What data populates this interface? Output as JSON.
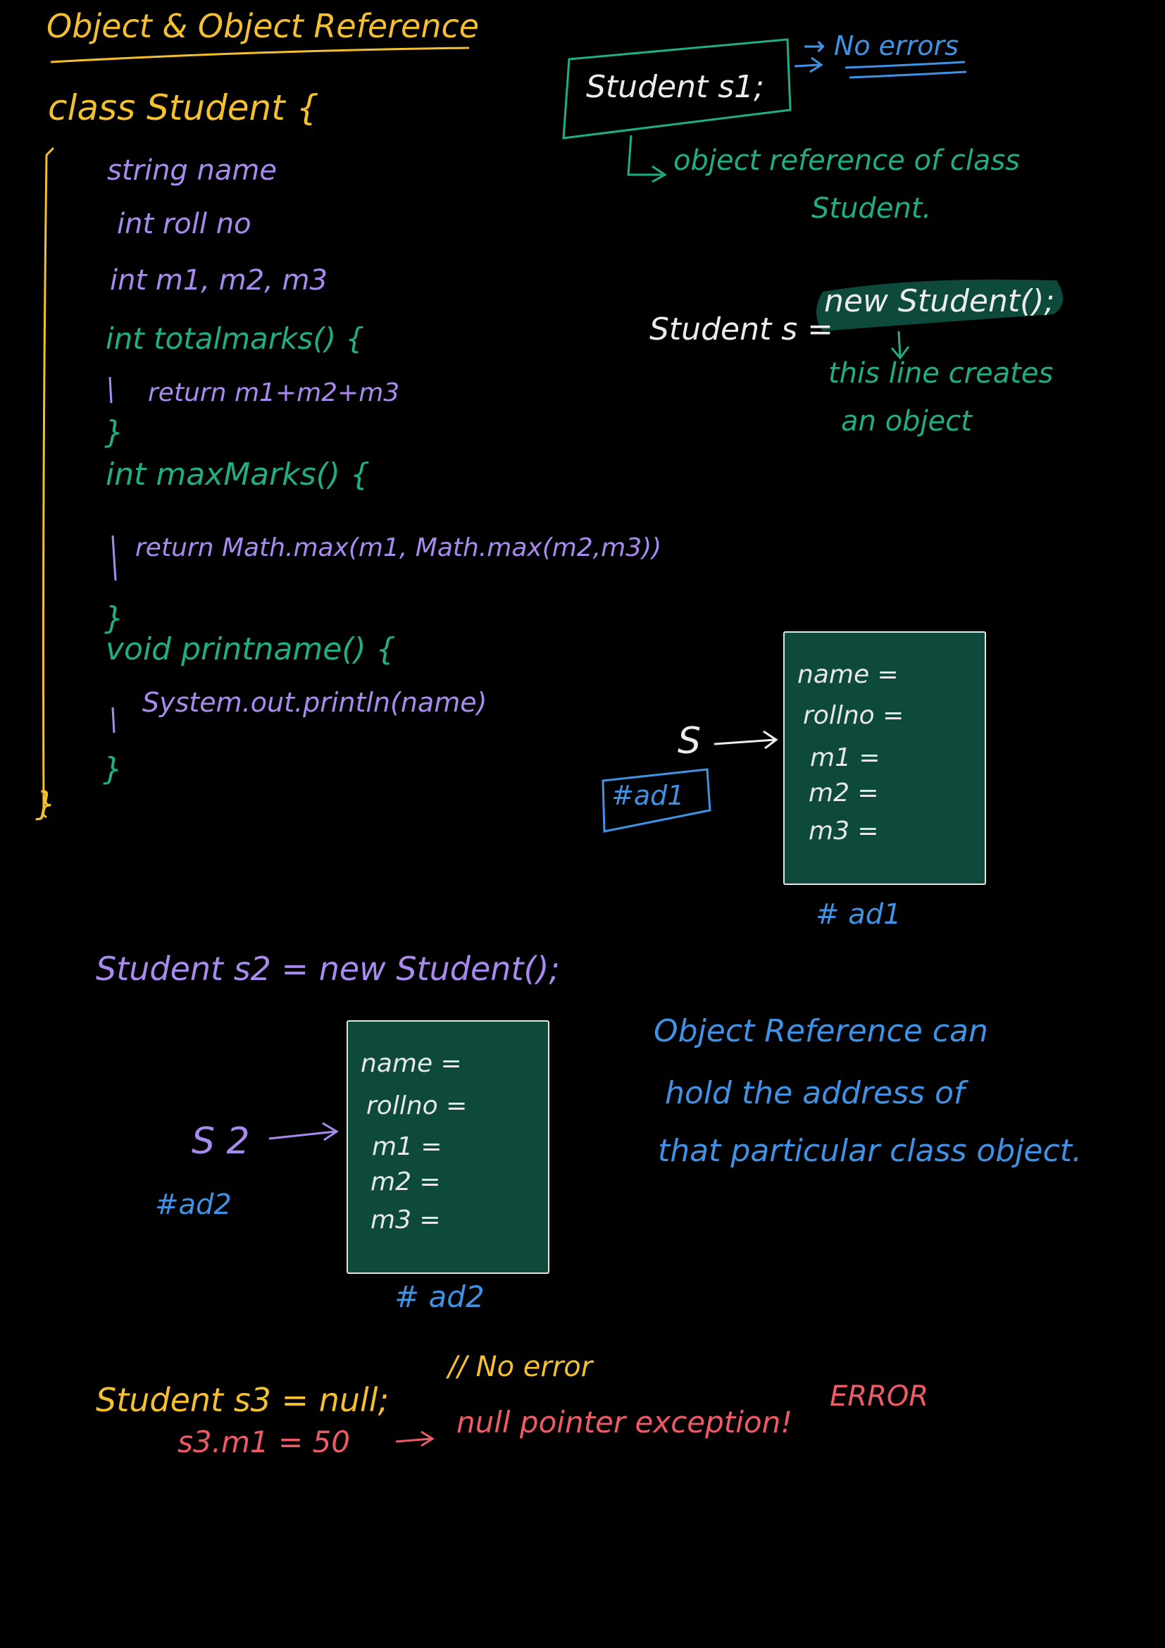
{
  "title": "Object & Object Reference",
  "class_code": {
    "header": "class Student {",
    "fields": [
      "string name",
      "int roll no",
      "int m1, m2, m3"
    ],
    "method_total_sig": "int totalmarks() {",
    "method_total_body": "return m1+m2+m3",
    "method_max_sig": "int maxMarks() {",
    "method_max_body": "return Math.max(m1, Math.max(m2,m3))",
    "method_print_sig": "void printname() {",
    "method_print_body": "System.out.println(name)",
    "method_close": "}",
    "class_close": "}"
  },
  "declaration": {
    "statement": "Student s1;",
    "no_errors": "→ No errors",
    "note_line1": "object reference of class",
    "note_line2": "Student."
  },
  "creation": {
    "prefix": "Student s =",
    "highlighted": "new Student();",
    "note_line1": "this line creates",
    "note_line2": "an object"
  },
  "object1": {
    "ref_name": "S",
    "ref_address": "#ad1",
    "object_address": "# ad1",
    "fields": [
      "name =",
      "rollno =",
      "m1 =",
      "m2 =",
      "m3 ="
    ]
  },
  "s2_statement": "Student s2 = new Student();",
  "object2": {
    "ref_name": "S 2",
    "ref_address": "#ad2",
    "object_address": "# ad2",
    "fields": [
      "name =",
      "rollno =",
      "m1 =",
      "m2 =",
      "m3 ="
    ]
  },
  "reference_note": [
    "Object Reference can",
    "hold the address of",
    "that particular class object."
  ],
  "null_case": {
    "statement": "Student s3 = null;",
    "comment": "// No error",
    "assignment": "s3.m1 = 50",
    "result": "null pointer exception!",
    "error_label": "ERROR"
  },
  "colors": {
    "background": "#000000",
    "title": "#f4c02f",
    "keyword": "#1fae86",
    "code": "#a98bf0",
    "note": "#3f93e6",
    "object_fill": "#0e4a3b",
    "error": "#ee5b67"
  }
}
